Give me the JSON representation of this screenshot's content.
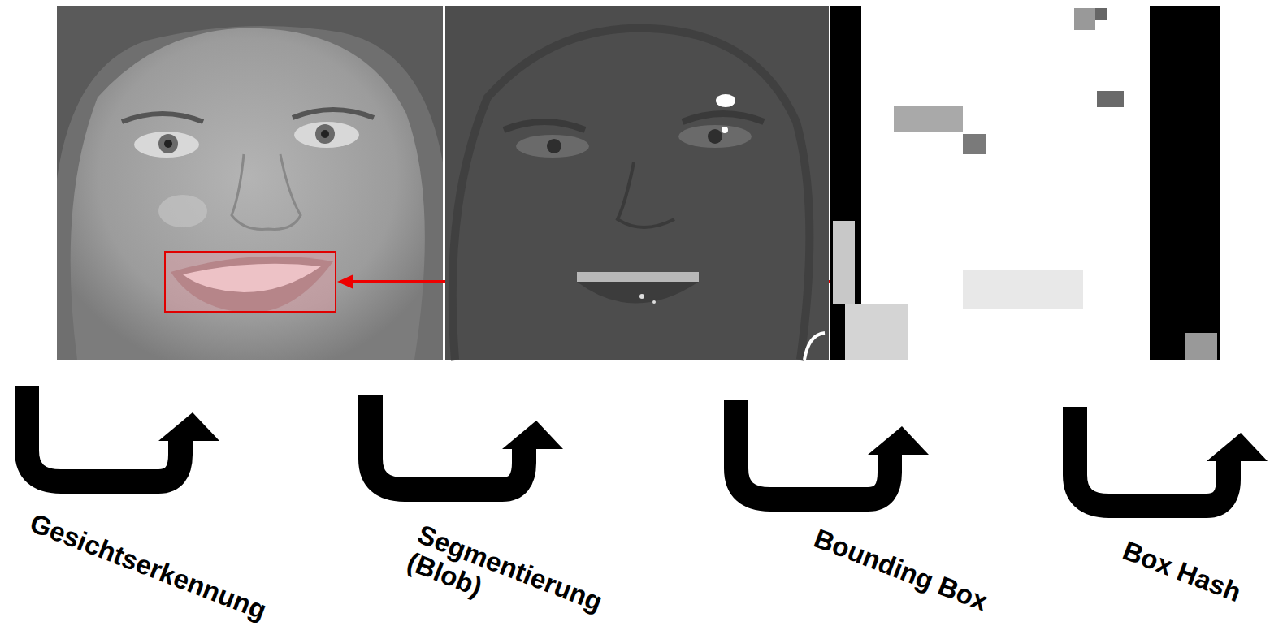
{
  "diagram": {
    "labels": [
      "Gesichtserkennung",
      "Segmentierung (Blob)",
      "Bounding Box",
      "Box Hash"
    ]
  }
}
